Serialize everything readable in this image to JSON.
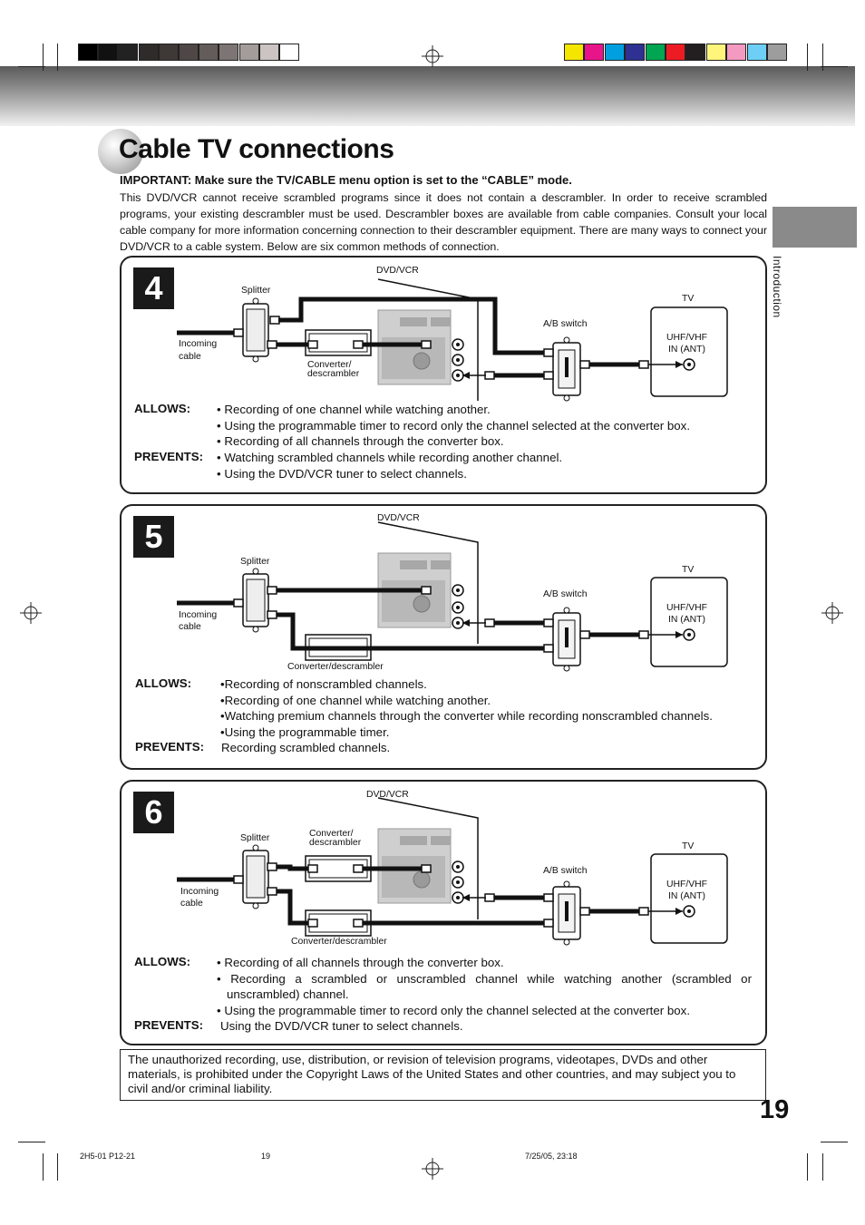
{
  "page": {
    "title": "Cable TV connections",
    "important": "IMPORTANT: Make sure the TV/CABLE menu option is set to the “CABLE” mode.",
    "intro": "This DVD/VCR cannot receive scrambled programs since it does not contain a descrambler. In order to receive scrambled programs, your existing descrambler must be used. Descrambler boxes are available from cable companies. Consult your local cable company for more information concerning connection to their descrambler equipment. There are many ways to connect your DVD/VCR to a cable system. Below are six common methods of connection.",
    "side_label": "Introduction",
    "page_number": "19",
    "notice": "The unauthorized recording, use, distribution, or revision of television programs, videotapes, DVDs and other materials, is prohibited under the Copyright Laws of the United States and other countries, and may subject you to civil and/or criminal liability.",
    "footer": {
      "left": "2H5-01 P12-21",
      "center": "19",
      "right": "7/25/05, 23:18"
    }
  },
  "labels": {
    "dvdvcr": "DVD/VCR",
    "splitter": "Splitter",
    "tv": "TV",
    "ab_switch": "A/B switch",
    "incoming": "Incoming",
    "cable": "cable",
    "converter": "Converter/",
    "descrambler": "descrambler",
    "converter_descrambler": "Converter/descrambler",
    "uhf": "UHF/VHF",
    "in_ant": "IN (ANT)",
    "allows": "ALLOWS:",
    "prevents": "PREVENTS:"
  },
  "sections": [
    {
      "number": "4",
      "allows": [
        "• Recording of one channel while watching another.",
        "• Using the programmable timer to record only the channel selected at the converter box.",
        "• Recording of all channels through the converter box."
      ],
      "prevents": [
        "• Watching scrambled channels while recording another channel.",
        "• Using the DVD/VCR tuner to select channels."
      ]
    },
    {
      "number": "5",
      "allows": [
        "•Recording of nonscrambled channels.",
        "•Recording of one channel while watching another.",
        "•Watching premium channels through the converter while recording nonscrambled channels.",
        "•Using the programmable timer."
      ],
      "prevents": [
        "Recording scrambled channels."
      ]
    },
    {
      "number": "6",
      "allows": [
        "• Recording of all channels through the converter box.",
        "• Recording a scrambled or unscrambled channel while watching another (scrambled or",
        "unscrambled) channel.",
        "• Using the programmable timer to record only the channel selected at the converter box."
      ],
      "prevents": [
        "Using the DVD/VCR tuner to select channels."
      ]
    }
  ],
  "colors": {
    "gray_swatches": [
      "#000000",
      "#111111",
      "#222222",
      "#2f2b2b",
      "#3e3836",
      "#4e4745",
      "#645c5a",
      "#7d7573",
      "#a49c9a",
      "#cbc4c2",
      "#ffffff"
    ],
    "color_swatches": [
      "#f5e600",
      "#e8158a",
      "#00a0e0",
      "#2e3192",
      "#00a651",
      "#ed1c24",
      "#231f20",
      "#fff57a",
      "#f49ac1",
      "#6dcff6",
      "#9d9d9d"
    ]
  }
}
